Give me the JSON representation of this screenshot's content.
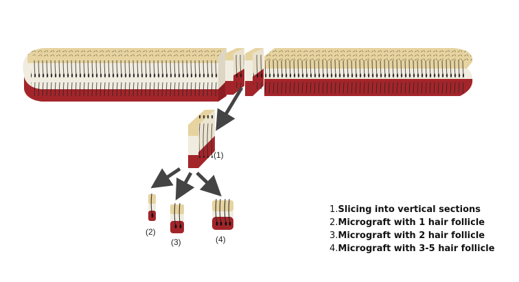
{
  "diagram": {
    "step_labels": [
      "(1)",
      "(2)",
      "(3)",
      "(4)"
    ],
    "legend": [
      {
        "number": "1.",
        "text": "Slicing into vertical sections"
      },
      {
        "number": "2.",
        "text": "Micrograft with 1 hair follicle"
      },
      {
        "number": "3.",
        "text": "Micrograft with 2 hair follicle"
      },
      {
        "number": "4.",
        "text": "Micrograft with 3-5 hair follicle"
      }
    ],
    "colors": {
      "skin_top": "#e6d3a0",
      "dermis": "#f1ece0",
      "fat": "#a3252a",
      "arrow": "#444444"
    }
  }
}
